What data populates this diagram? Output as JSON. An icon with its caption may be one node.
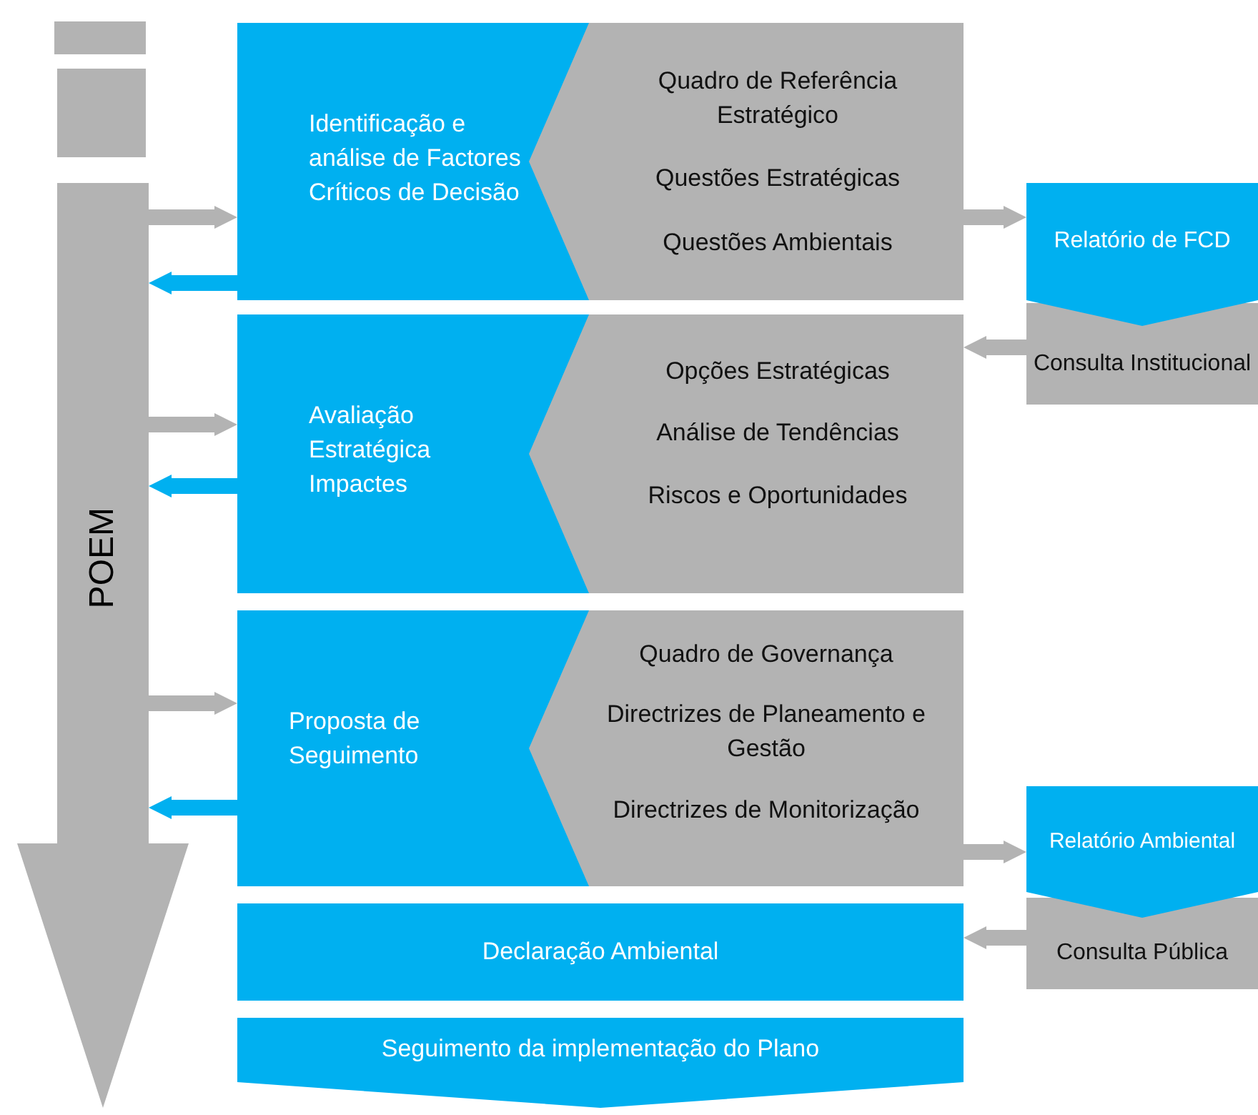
{
  "diagram": {
    "nodes": [
      {
        "text": [
          "POEM"
        ]
      },
      {
        "text": [
          "Identificação e análise de Factores Críticos de Decisão"
        ]
      },
      {
        "text": [
          "Quadro de Referência Estratégico",
          "Questões Estratégicas",
          "Questões Ambientais"
        ]
      },
      {
        "text": [
          "Avaliação Estratégica Impactes"
        ]
      },
      {
        "text": [
          "Opções Estratégicas",
          "Análise de Tendências",
          "Riscos e Oportunidades"
        ]
      },
      {
        "text": [
          "Proposta de Seguimento"
        ]
      },
      {
        "text": [
          "Quadro de Governança",
          "Directrizes de Planeamento e Gestão",
          "Directrizes de Monitorização"
        ]
      },
      {
        "text": [
          "Declaração Ambiental"
        ]
      },
      {
        "text": [
          "Seguimento da implementação do Plano"
        ]
      },
      {
        "text": [
          "Relatório de FCD"
        ]
      },
      {
        "text": [
          "Consulta Institucional"
        ]
      },
      {
        "text": [
          "Relatório Ambiental"
        ]
      },
      {
        "text": [
          "Consulta Pública"
        ]
      }
    ],
    "edges": [
      {
        "from": 0,
        "to": 1,
        "arrow": "to"
      },
      {
        "from": 1,
        "to": 0,
        "arrow": "to",
        "color": "#00b0f0"
      },
      {
        "from": 0,
        "to": 3,
        "arrow": "to"
      },
      {
        "from": 3,
        "to": 0,
        "arrow": "to",
        "color": "#00b0f0"
      },
      {
        "from": 0,
        "to": 5,
        "arrow": "to"
      },
      {
        "from": 5,
        "to": 0,
        "arrow": "to",
        "color": "#00b0f0"
      },
      {
        "from": 2,
        "to": 9,
        "arrow": "to"
      },
      {
        "from": 10,
        "to": 4,
        "arrow": "to"
      },
      {
        "from": 6,
        "to": 11,
        "arrow": "to"
      },
      {
        "from": 12,
        "to": 7,
        "arrow": "to"
      }
    ]
  }
}
